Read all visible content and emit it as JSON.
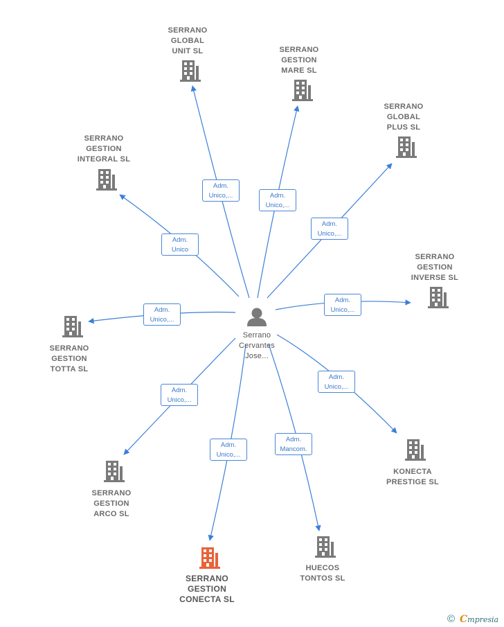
{
  "center": {
    "label": "Serrano\nCervantes\nJose..."
  },
  "colors": {
    "edge": "#3b7fd9",
    "building": "#7a7a7a",
    "building_highlight": "#e8633a",
    "label": "#6b6b6b"
  },
  "nodes": [
    {
      "id": "global-unit",
      "label": "SERRANO\nGLOBAL\nUNIT  SL",
      "edge_line1": "Adm.",
      "edge_line2": "Unico,...",
      "highlight": false
    },
    {
      "id": "gestion-mare",
      "label": "SERRANO\nGESTION\nMARE  SL",
      "edge_line1": "Adm.",
      "edge_line2": "Unico,...",
      "highlight": false
    },
    {
      "id": "global-plus",
      "label": "SERRANO\nGLOBAL\nPLUS  SL",
      "edge_line1": "Adm.",
      "edge_line2": "Unico,...",
      "highlight": false
    },
    {
      "id": "gestion-integral",
      "label": "SERRANO\nGESTION\nINTEGRAL  SL",
      "edge_line1": "Adm.",
      "edge_line2": "Unico",
      "highlight": false
    },
    {
      "id": "gestion-inverse",
      "label": "SERRANO\nGESTION\nINVERSE  SL",
      "edge_line1": "Adm.",
      "edge_line2": "Unico,...",
      "highlight": false
    },
    {
      "id": "gestion-totta",
      "label": "SERRANO\nGESTION\nTOTTA  SL",
      "edge_line1": "Adm.",
      "edge_line2": "Unico,...",
      "highlight": false
    },
    {
      "id": "gestion-arco",
      "label": "SERRANO\nGESTION\nARCO  SL",
      "edge_line1": "Adm.",
      "edge_line2": "Unico,...",
      "highlight": false
    },
    {
      "id": "gestion-conecta",
      "label": "SERRANO\nGESTION\nCONECTA  SL",
      "edge_line1": "Adm.",
      "edge_line2": "Unico,...",
      "highlight": true
    },
    {
      "id": "huecos-tontos",
      "label": "HUECOS\nTONTOS SL",
      "edge_line1": "Adm.",
      "edge_line2": "Mancom.",
      "highlight": false
    },
    {
      "id": "konecta-prestige",
      "label": "KONECTA\nPRESTIGE  SL",
      "edge_line1": "Adm.",
      "edge_line2": "Unico,...",
      "highlight": false
    }
  ],
  "footer": {
    "copyright": "©",
    "brand_initial": "C",
    "brand_rest": "mpresia"
  }
}
